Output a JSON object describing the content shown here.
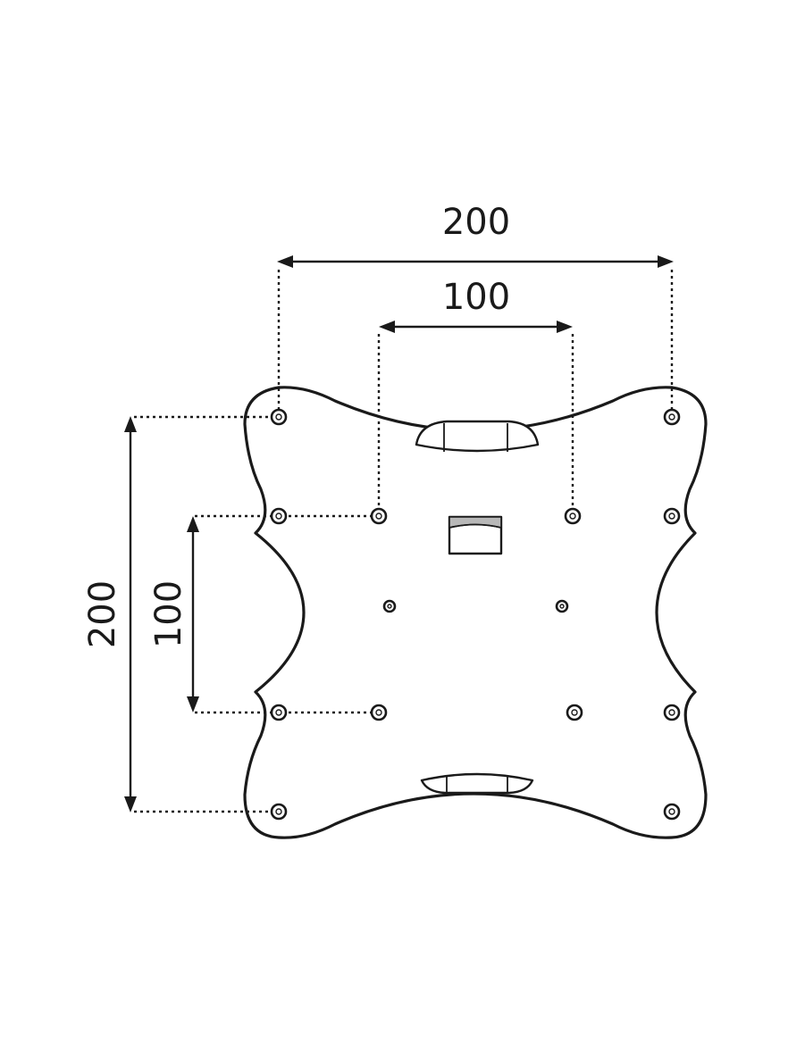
{
  "diagram": {
    "labels": {
      "outer_horizontal": "200",
      "inner_horizontal": "100",
      "outer_vertical": "200",
      "inner_vertical": "100"
    },
    "hole_pattern": {
      "outer_spacing": 200,
      "inner_spacing": 100
    }
  }
}
